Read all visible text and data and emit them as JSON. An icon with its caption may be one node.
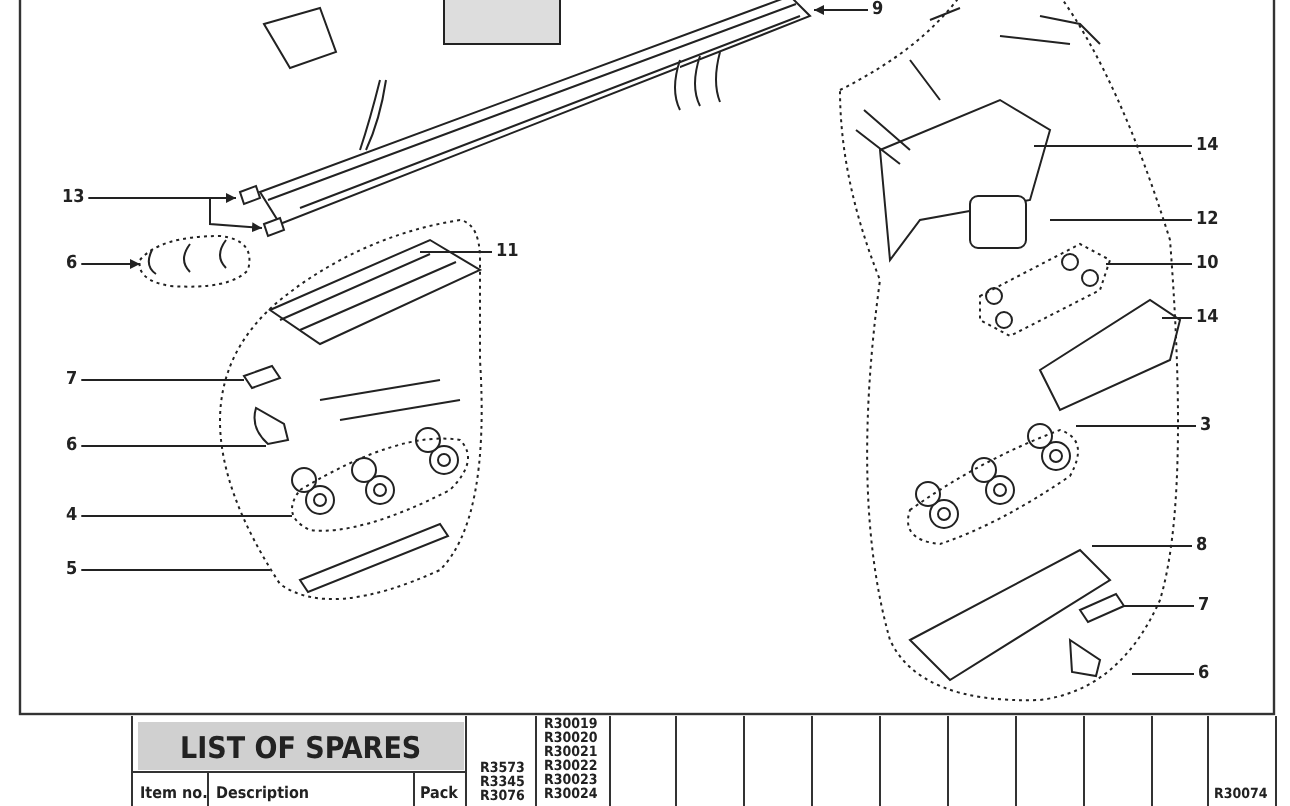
{
  "diagram": {
    "nodes": [
      {
        "text": [
          "9"
        ]
      },
      {
        "text": [
          "14"
        ]
      },
      {
        "text": [
          "13"
        ]
      },
      {
        "text": [
          "12"
        ]
      },
      {
        "text": [
          "11"
        ]
      },
      {
        "text": [
          "6"
        ]
      },
      {
        "text": [
          "10"
        ]
      },
      {
        "text": [
          "14"
        ]
      },
      {
        "text": [
          "7"
        ]
      },
      {
        "text": [
          "3"
        ]
      },
      {
        "text": [
          "6"
        ]
      },
      {
        "text": [
          "4"
        ]
      },
      {
        "text": [
          "8"
        ]
      },
      {
        "text": [
          "5"
        ]
      },
      {
        "text": [
          "7"
        ]
      },
      {
        "text": [
          "6"
        ]
      }
    ],
    "edges": [
      {
        "from": 0,
        "to": null,
        "arrow": "to"
      },
      {
        "from": 1,
        "to": null,
        "arrow": "none"
      },
      {
        "from": 2,
        "to": null,
        "arrow": "to"
      },
      {
        "from": 2,
        "to": null,
        "arrow": "to"
      },
      {
        "from": 3,
        "to": null,
        "arrow": "none"
      },
      {
        "from": 4,
        "to": null,
        "arrow": "none"
      },
      {
        "from": 5,
        "to": null,
        "arrow": "to"
      },
      {
        "from": 6,
        "to": null,
        "arrow": "none"
      },
      {
        "from": 7,
        "to": null,
        "arrow": "none"
      },
      {
        "from": 8,
        "to": null,
        "arrow": "none"
      },
      {
        "from": 9,
        "to": null,
        "arrow": "none"
      },
      {
        "from": 10,
        "to": null,
        "arrow": "none"
      },
      {
        "from": 11,
        "to": null,
        "arrow": "none"
      },
      {
        "from": 12,
        "to": null,
        "arrow": "none"
      },
      {
        "from": 13,
        "to": null,
        "arrow": "none"
      },
      {
        "from": 14,
        "to": null,
        "arrow": "none"
      },
      {
        "from": 15,
        "to": null,
        "arrow": "none"
      }
    ],
    "labels": [
      "LIST OF SPARES",
      "R3573",
      "R3345",
      "R3076",
      "R30019",
      "R30020",
      "R30021",
      "R30022",
      "R30023",
      "R30024",
      "R30074",
      "Item no.",
      "Description",
      "Pack"
    ]
  }
}
